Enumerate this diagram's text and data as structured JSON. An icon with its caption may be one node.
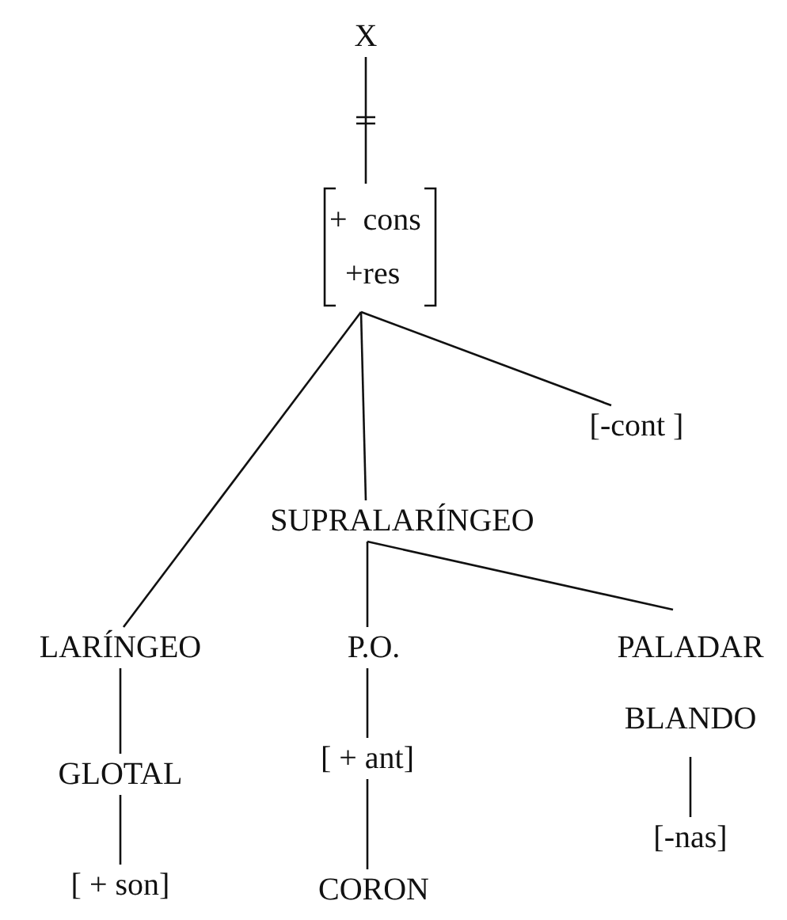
{
  "diagram": {
    "nodes": [
      {
        "text": [
          "X"
        ]
      },
      {
        "text": [
          "+  cons",
          "+res"
        ]
      },
      {
        "text": [
          "[-cont ]"
        ]
      },
      {
        "text": [
          "SUPRALARÍNGEO"
        ]
      },
      {
        "text": [
          "LARÍNGEO"
        ]
      },
      {
        "text": [
          "P.O."
        ]
      },
      {
        "text": [
          "PALADAR BLANDO"
        ]
      },
      {
        "text": [
          "GLOTAL"
        ]
      },
      {
        "text": [
          "[ + ant]"
        ]
      },
      {
        "text": [
          "[ + son]"
        ]
      },
      {
        "text": [
          "CORON"
        ]
      },
      {
        "text": [
          "[-nas]"
        ]
      }
    ],
    "edges": [
      {
        "from": 0,
        "to": 1,
        "arrow": "none"
      },
      {
        "from": 1,
        "to": 4,
        "arrow": "none"
      },
      {
        "from": 1,
        "to": 3,
        "arrow": "none"
      },
      {
        "from": 1,
        "to": 2,
        "arrow": "none"
      },
      {
        "from": 3,
        "to": 5,
        "arrow": "none"
      },
      {
        "from": 3,
        "to": 6,
        "arrow": "none"
      },
      {
        "from": 4,
        "to": 7,
        "arrow": "none"
      },
      {
        "from": 7,
        "to": 9,
        "arrow": "none"
      },
      {
        "from": 5,
        "to": 8,
        "arrow": "none"
      },
      {
        "from": 8,
        "to": 10,
        "arrow": "none"
      },
      {
        "from": 6,
        "to": 11,
        "arrow": "none"
      }
    ]
  }
}
